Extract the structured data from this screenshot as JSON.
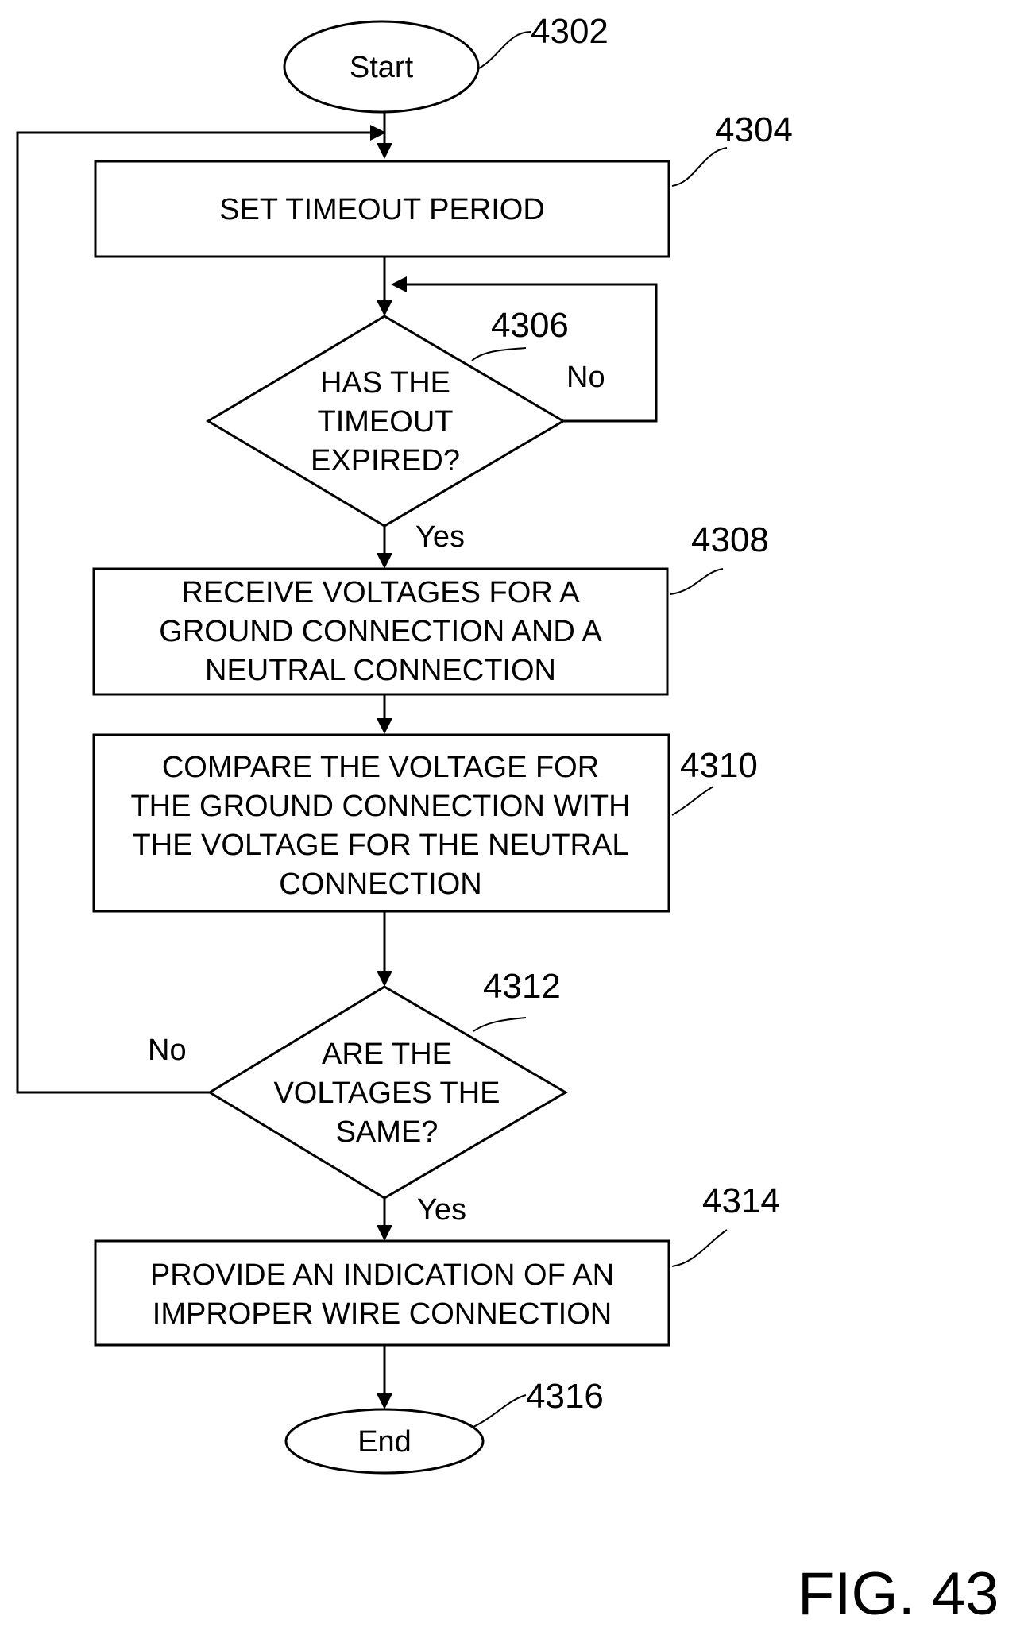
{
  "nodes": {
    "start": {
      "ref": "4302",
      "lines": [
        "Start"
      ]
    },
    "set_timeout": {
      "ref": "4304",
      "lines": [
        "SET TIMEOUT PERIOD"
      ]
    },
    "timeout_expired": {
      "ref": "4306",
      "lines": [
        "HAS THE",
        "TIMEOUT",
        "EXPIRED?"
      ],
      "no_label": "No",
      "yes_label": "Yes"
    },
    "receive_voltages": {
      "ref": "4308",
      "lines": [
        "RECEIVE VOLTAGES FOR A",
        "GROUND CONNECTION AND A",
        "NEUTRAL CONNECTION"
      ]
    },
    "compare": {
      "ref": "4310",
      "lines": [
        "COMPARE THE VOLTAGE FOR",
        "THE GROUND CONNECTION WITH",
        "THE VOLTAGE FOR THE NEUTRAL",
        "CONNECTION"
      ]
    },
    "voltages_same": {
      "ref": "4312",
      "lines": [
        "ARE THE",
        "VOLTAGES THE",
        "SAME?"
      ],
      "no_label": "No",
      "yes_label": "Yes"
    },
    "indication": {
      "ref": "4314",
      "lines": [
        "PROVIDE AN INDICATION OF AN",
        "IMPROPER WIRE CONNECTION"
      ]
    },
    "end": {
      "ref": "4316",
      "lines": [
        "End"
      ]
    }
  },
  "figure_label": "FIG. 43"
}
